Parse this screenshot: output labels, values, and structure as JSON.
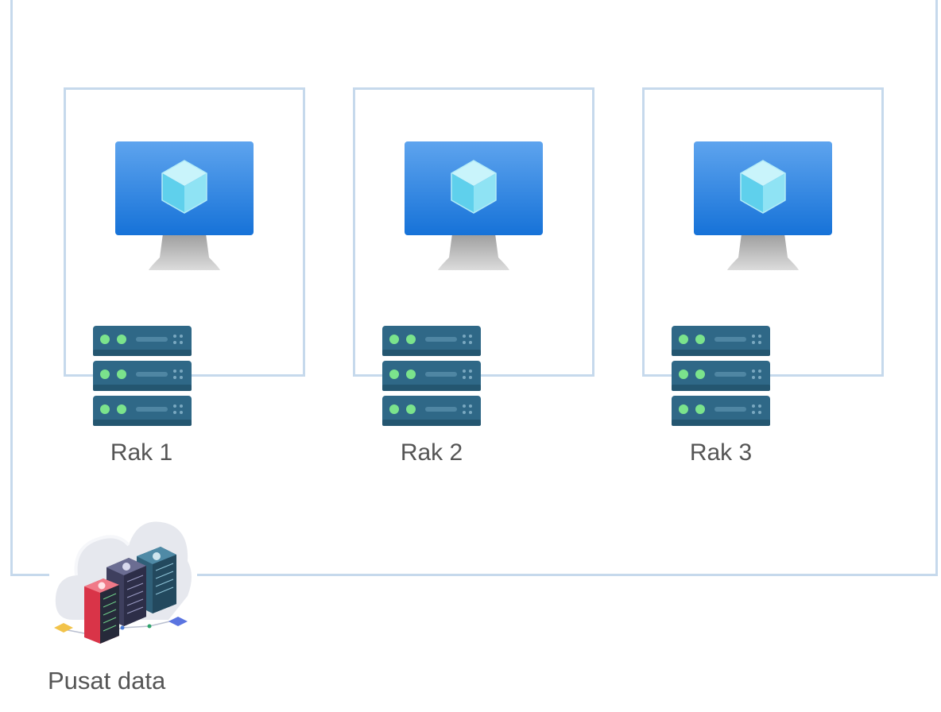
{
  "racks": [
    {
      "label": "Rak 1",
      "vm_icon": "virtual-machine-icon",
      "server_icon": "server-rack-icon"
    },
    {
      "label": "Rak 2",
      "vm_icon": "virtual-machine-icon",
      "server_icon": "server-rack-icon"
    },
    {
      "label": "Rak 3",
      "vm_icon": "virtual-machine-icon",
      "server_icon": "server-rack-icon"
    }
  ],
  "datacenter": {
    "label": "Pusat data",
    "icon": "datacenter-cloud-icon"
  },
  "colors": {
    "frame": "#c6d9ec",
    "monitor_blue": "#1e7ee0",
    "server_teal": "#2f6887",
    "server_led": "#7be38c",
    "label_gray": "#555555"
  }
}
